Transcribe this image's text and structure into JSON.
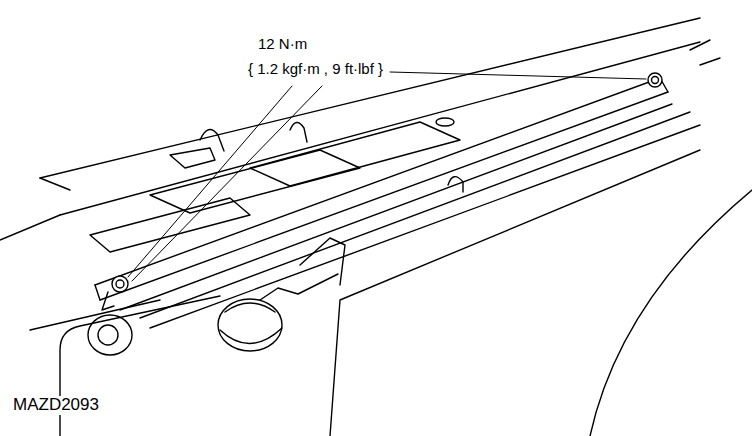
{
  "diagram": {
    "labels": [
      "12 N·m",
      "{ 1.2 kgf·m , 9 ft·lbf }",
      "MAZD2093"
    ]
  }
}
